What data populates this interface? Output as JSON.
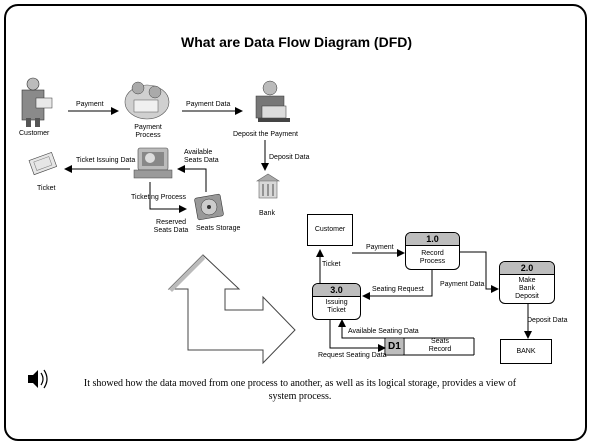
{
  "title": "What are Data Flow Diagram (DFD)",
  "left": {
    "customer": "Customer",
    "payment": "Payment",
    "payment_process": "Payment\nProcess",
    "payment_data": "Payment Data",
    "deposit_payment": "Deposit the Payment",
    "deposit_data": "Deposit Data",
    "bank": "Bank",
    "ticket_issuing_data": "Ticket Issuing Data",
    "available_seats_data": "Available\nSeats Data",
    "ticket": "Ticket",
    "ticketing_process": "Ticketing Process",
    "reserved_seats_data": "Reserved\nSeats Data",
    "seats_storage": "Seats Storage"
  },
  "right": {
    "customer": "Customer",
    "payment": "Payment",
    "p1_id": "1.0",
    "p1_name": "Record\nProcess",
    "ticket": "Ticket",
    "seating_request": "Seating Request",
    "payment_data": "Payment Data",
    "p2_id": "2.0",
    "p2_name": "Make\nBank\nDeposit",
    "p3_id": "3.0",
    "p3_name": "Issuing\nTicket",
    "deposit_data": "Deposit Data",
    "available_seating_data": "Available Seating Data",
    "store_id": "D1",
    "store_name": "Seats\nRecord",
    "request_seating_data": "Request Seating Data",
    "bank": "BANK"
  },
  "caption": "It showed how the data moved from one process to another, as well as its logical storage, provides a view of system process.",
  "colors": {
    "process_header": "#bdbdbd",
    "arrow_fill": "#ffffff"
  }
}
